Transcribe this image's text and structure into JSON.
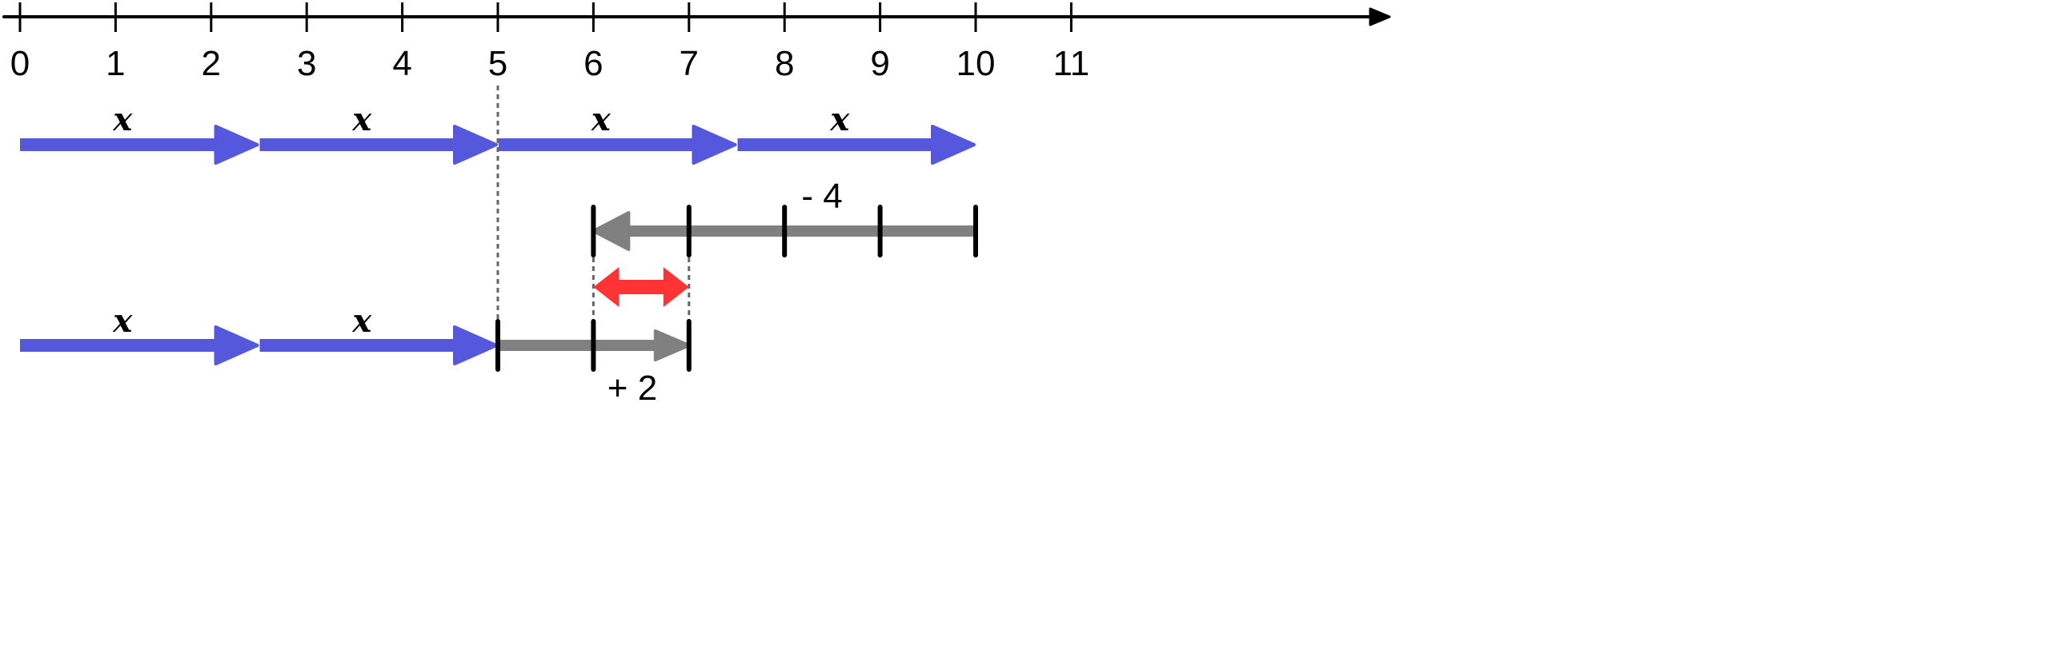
{
  "diagram": {
    "number_line": {
      "labels": [
        "0",
        "1",
        "2",
        "3",
        "4",
        "5",
        "6",
        "7",
        "8",
        "9",
        "10",
        "11"
      ]
    },
    "colors": {
      "blue": "#5558DD",
      "gray": "#808080",
      "red": "#FF3333",
      "dash": "#666666"
    },
    "row1": {
      "segments": [
        {
          "from": 0,
          "to": 2.5,
          "label": "x"
        },
        {
          "from": 2.5,
          "to": 5,
          "label": "x"
        },
        {
          "from": 5,
          "to": 7.5,
          "label": "x"
        },
        {
          "from": 7.5,
          "to": 10,
          "label": "x"
        }
      ]
    },
    "row2": {
      "from": 10,
      "to": 6,
      "label": "- 4",
      "ticks": [
        6,
        7,
        8,
        9,
        10
      ]
    },
    "difference": {
      "from": 6,
      "to": 7
    },
    "row3": {
      "segments": [
        {
          "from": 0,
          "to": 2.5,
          "label": "x"
        },
        {
          "from": 2.5,
          "to": 5,
          "label": "x"
        }
      ],
      "step": {
        "from": 5,
        "to": 7,
        "label": "+ 2",
        "ticks": [
          5,
          6,
          7
        ]
      }
    },
    "guides": [
      5,
      6,
      7
    ]
  }
}
